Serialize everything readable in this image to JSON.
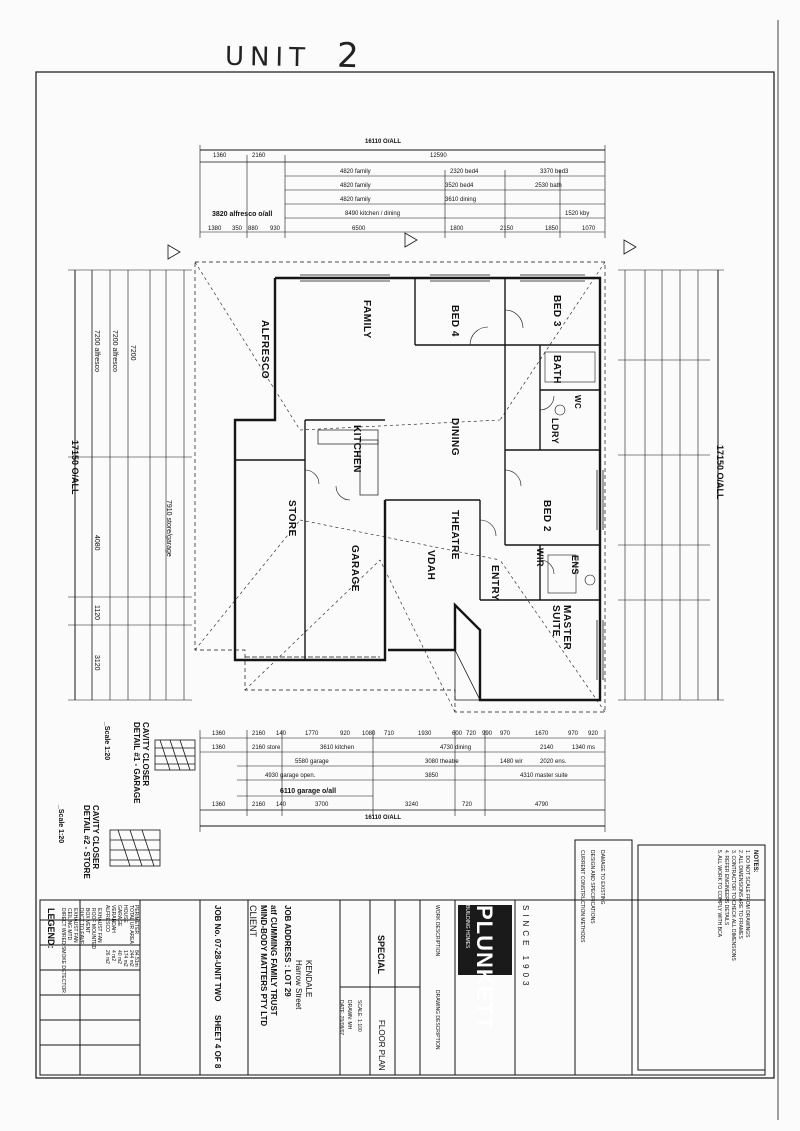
{
  "annotation": {
    "unit_word": "UNIT",
    "unit_no": "2"
  },
  "dimensions": {
    "top_overall": "16110 O/ALL",
    "bottom_overall": "16110 O/ALL",
    "right_overall": "17150 O/ALL",
    "left_overall": "17150 O/ALL",
    "top_segments": [
      "1360",
      "2160",
      "12590"
    ],
    "top_rows": [
      "4820 family",
      "2320 bed4",
      "3370 bed3",
      "4820 family",
      "3520 bed4",
      "2530 bath",
      "4820 family",
      "3610 dining",
      "3820 alfresco o/all",
      "8490 kitchen / dining",
      "1520 kby"
    ],
    "top_bottom_row": [
      "1380",
      "350",
      "880",
      "930",
      "6500",
      "1800",
      "2150",
      "1850",
      "1070"
    ],
    "bottom_row1": [
      "1360",
      "2160",
      "140",
      "1770",
      "920",
      "1080",
      "710",
      "1930",
      "600",
      "720",
      "990",
      "970",
      "1670",
      "970",
      "920"
    ],
    "bottom_row2": [
      "1360",
      "2160 store",
      "3610 kitchen",
      "4730 dining",
      "2140",
      "1340 ms"
    ],
    "bottom_row3": [
      "5580 garage",
      "3080 theatre",
      "1480 wir",
      "2020 ens."
    ],
    "bottom_row4": [
      "4930 garage open.",
      "3850",
      "4310 master suite"
    ],
    "garage_oall": "6110 garage o/all",
    "bottom_segments": [
      "1360",
      "2160",
      "140",
      "3700",
      "3240",
      "720",
      "4790"
    ],
    "left_rows": [
      "7200 alfresco",
      "7200 alfresco",
      "7200",
      "7910 store/garage",
      "4080",
      "1120",
      "3120"
    ]
  },
  "rooms": {
    "family": "FAMILY",
    "bed4": "BED 4",
    "bed3": "BED 3",
    "bath": "BATH",
    "wc": "WC",
    "ldry": "LDRY",
    "alfresco": "ALFRESCO",
    "kitchen": "KITCHEN",
    "dining": "DINING",
    "bed2": "BED 2",
    "store": "STORE",
    "garage": "GARAGE",
    "vdah": "VDAH",
    "theatre": "THEATRE",
    "entry": "ENTRY",
    "wir": "WIR",
    "ens": "ENS",
    "master": "MASTER SUITE"
  },
  "details": {
    "cavity1": "CAVITY CLOSER DETAIL #1 - GARAGE",
    "scale1": "_Scale 1:20",
    "cavity2": "CAVITY CLOSER DETAIL #2 - STORE",
    "scale2": "_Scale 1:20"
  },
  "legend": {
    "title": "LEGEND:",
    "items": [
      "DIRECT WIRED SMOKE DETECTOR",
      "CEILING MTD",
      "EXHAUST FAN",
      "DUCT TO EAVE",
      "BOX VENT",
      "ROOF MOUNTED",
      "EXHAUST FAN"
    ]
  },
  "areas": {
    "rows": [
      {
        "label": "HOUSE",
        "value": "174 m2"
      },
      {
        "label": "GARAGE",
        "value": "40 m2"
      },
      {
        "label": "VERANDAH",
        "value": "4 m2"
      },
      {
        "label": "ALFRESCO",
        "value": "26 m2"
      },
      {
        "label": "TOTAL UR AREA",
        "value": "244 m2"
      },
      {
        "label": "PERIMETER",
        "value": "84.51m"
      }
    ]
  },
  "job": {
    "client_label": "CLIENT",
    "client_name": "MIND-BODY MATTERS PTY LTD",
    "client_trust": "atf CUMMING FAMILY TRUST",
    "address_label": "JOB ADDRESS : LOT 29",
    "street": "Harrow Street",
    "suburb": "KENDALE",
    "job_no": "JOB No. 07-28-UNIT TWO",
    "sheet": "SHEET 4 OF 8",
    "type_label": "SPECIAL",
    "drawing_label": "FLOOR PLAN",
    "scale": "SCALE: 1:100",
    "drawn": "DRAWN: MH",
    "date": "DATE: 20/08/07",
    "work_desc": "WORK DESCRIPTION",
    "drawing_desc": "DRAWING DESCRIPTION"
  },
  "company": {
    "name": "PLUNKETT",
    "since": "SINCE 1903",
    "tag": "BUILDING HOMES"
  },
  "notes": {
    "title": "NOTES:",
    "lines": [
      "1. DO NOT SCALE FROM DRAWINGS",
      "2. ALL DIMENSIONS ARE TO FRAMES",
      "3. CONTRACTOR TO CHECK ALL DIMENSIONS",
      "4. REFER ENGINEERS DETAILS",
      "5. ALL WORK TO COMPLY WITH BCA"
    ],
    "design_lines": [
      "DAMAGE TO EXISTING",
      "DESIGN AND SPECIFICATIONS",
      "CURRENT CONSTRUCTION METHODS"
    ]
  },
  "colors": {
    "ink": "#151515",
    "paper": "#fbfbfb",
    "hatch": "#555555"
  }
}
